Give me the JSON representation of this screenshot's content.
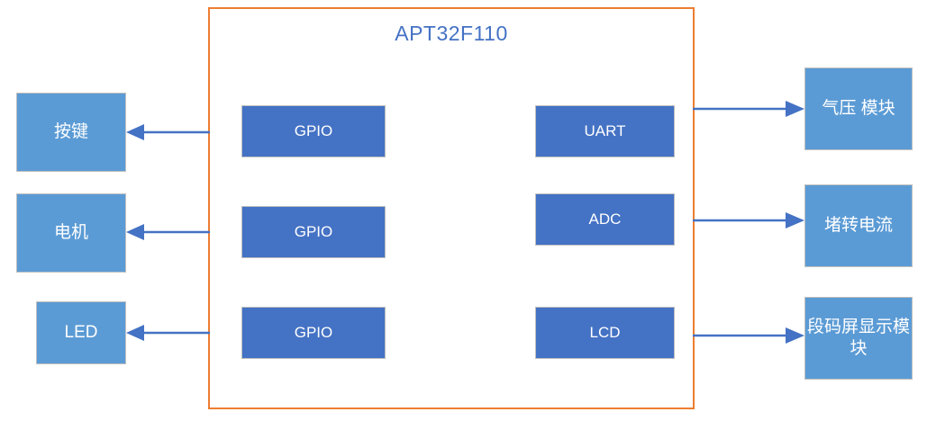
{
  "diagram": {
    "title": "APT32F110",
    "border_color": "#ED7D31",
    "title_color": "#4472C4",
    "peripheral_color": "#5B9BD5",
    "module_color": "#4472C4",
    "arrow_color": "#4472C4"
  },
  "left_peripherals": [
    {
      "label": "按键"
    },
    {
      "label": "电机"
    },
    {
      "label": "LED"
    }
  ],
  "left_modules": [
    {
      "label": "GPIO"
    },
    {
      "label": "GPIO"
    },
    {
      "label": "GPIO"
    }
  ],
  "right_modules": [
    {
      "label": "UART"
    },
    {
      "label": "ADC"
    },
    {
      "label": "LCD"
    }
  ],
  "right_peripherals": [
    {
      "label": "气压 模块"
    },
    {
      "label": "堵转电流"
    },
    {
      "label": "段码屏显示模块"
    }
  ]
}
